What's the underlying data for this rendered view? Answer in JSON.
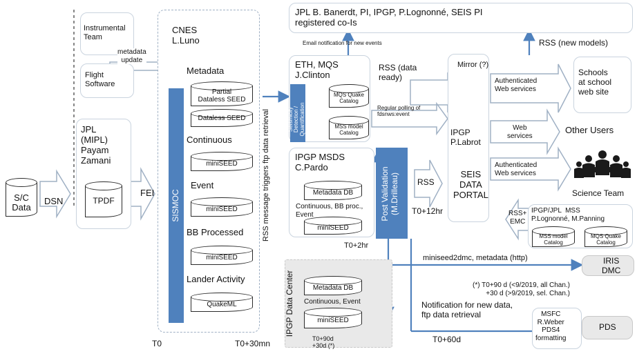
{
  "sources": {
    "sc_data": "S/C\nData",
    "dsn": "DSN",
    "instrumental_team": "Instrumental\nTeam",
    "flight_software": "Flight\nSoftware",
    "metadata_update": "metadata\nupdate",
    "jpl_mipl": "JPL\n(MIPL)\nPayam\nZamani",
    "tpdf": "TPDF",
    "fei": "FEI"
  },
  "cnes": {
    "title": "CNES\nL.Luno",
    "sismoc": "SISMOC",
    "metadata": "Metadata",
    "partial_dataless": "Partial\nDataless SEED",
    "dataless": "Dataless SEED",
    "continuous": "Continuous",
    "continuous_db": "miniSEED",
    "event": "Event",
    "event_db": "miniSEED",
    "bb_processed": "BB Processed",
    "bb_db": "miniSEED",
    "lander_activity": "Lander Activity",
    "lander_db": "QuakeML"
  },
  "rss_trigger": "RSS message triggers ftp data retrieval",
  "jpl_top": "JPL B. Banerdt, PI, IPGP, P.Lognonné, SEIS PI\nregistered co-Is",
  "email_notification": "Email notification for new events",
  "eth": {
    "title": "ETH, MQS\nJ.Clinton",
    "bar": "Seismicity\nDetection /\nQuantification",
    "mqs_catalog": "MQS Quake\nCatalog",
    "mss_catalog": "MSS model\nCatalog"
  },
  "rss_data_ready": "RSS (data\nready)",
  "regular_polling": "Regular polling of\nfdsnws:event",
  "mirror": "Mirror (?)",
  "rss_new_models": "RSS (new models)",
  "portal": {
    "org": "IPGP\nP.Labrot",
    "name": "SEIS\nDATA\nPORTAL"
  },
  "auth_ws_1": "Authenticated\nWeb services",
  "web_services": "Web\nservices",
  "auth_ws_2": "Authenticated\nWeb services",
  "schools": "Schools\nat school\nweb site",
  "other_users": "Other Users",
  "science_team": "Science Team",
  "msds": {
    "title": "IPGP MSDS\nC.Pardo",
    "metadata_db": "Metadata DB",
    "continuous_bb": "Continuous, BB proc.,\nEvent",
    "miniseed": "miniSEED",
    "post_validation": "Post Validation\n(M.Drilleau)"
  },
  "rss": "RSS",
  "t0_12hr": "T0+12hr",
  "t0_2hr": "T0+2hr",
  "mss": {
    "title": "IPGP/JPL  MSS\nP.Lognonné, M.Panning",
    "mss_model": "MSS model\nCatalog",
    "mqs_quake": "MQS Quake\nCatalog"
  },
  "rss_emc": "RSS+\nEMC",
  "miniseed2dmc": "miniseed2dmc, metadata (http)",
  "iris": "IRIS\nDMC",
  "footnote": "(*) T0+90 d (<9/2019, all Chan.)\n+30 d (>9/2019, sel. Chan.)",
  "datacenter": {
    "title": "IPGP Data Center",
    "metadata_db": "Metadata DB",
    "continuous_event": "Continuous, Event",
    "miniseed": "miniSEED",
    "t90": "T0+90d\n+30d (*)"
  },
  "notification": "Notification for new data,\nftp data retrieval",
  "msfc": "MSFC\nR.Weber\nPDS4\nformatting",
  "pds": "PDS",
  "t0": "T0",
  "t0_30mn": "T0+30mn",
  "t0_60d": "T0+60d",
  "colors": {
    "accent": "#4f81bd",
    "box_border": "#c9d3de",
    "gray": "#e9e9e9"
  }
}
